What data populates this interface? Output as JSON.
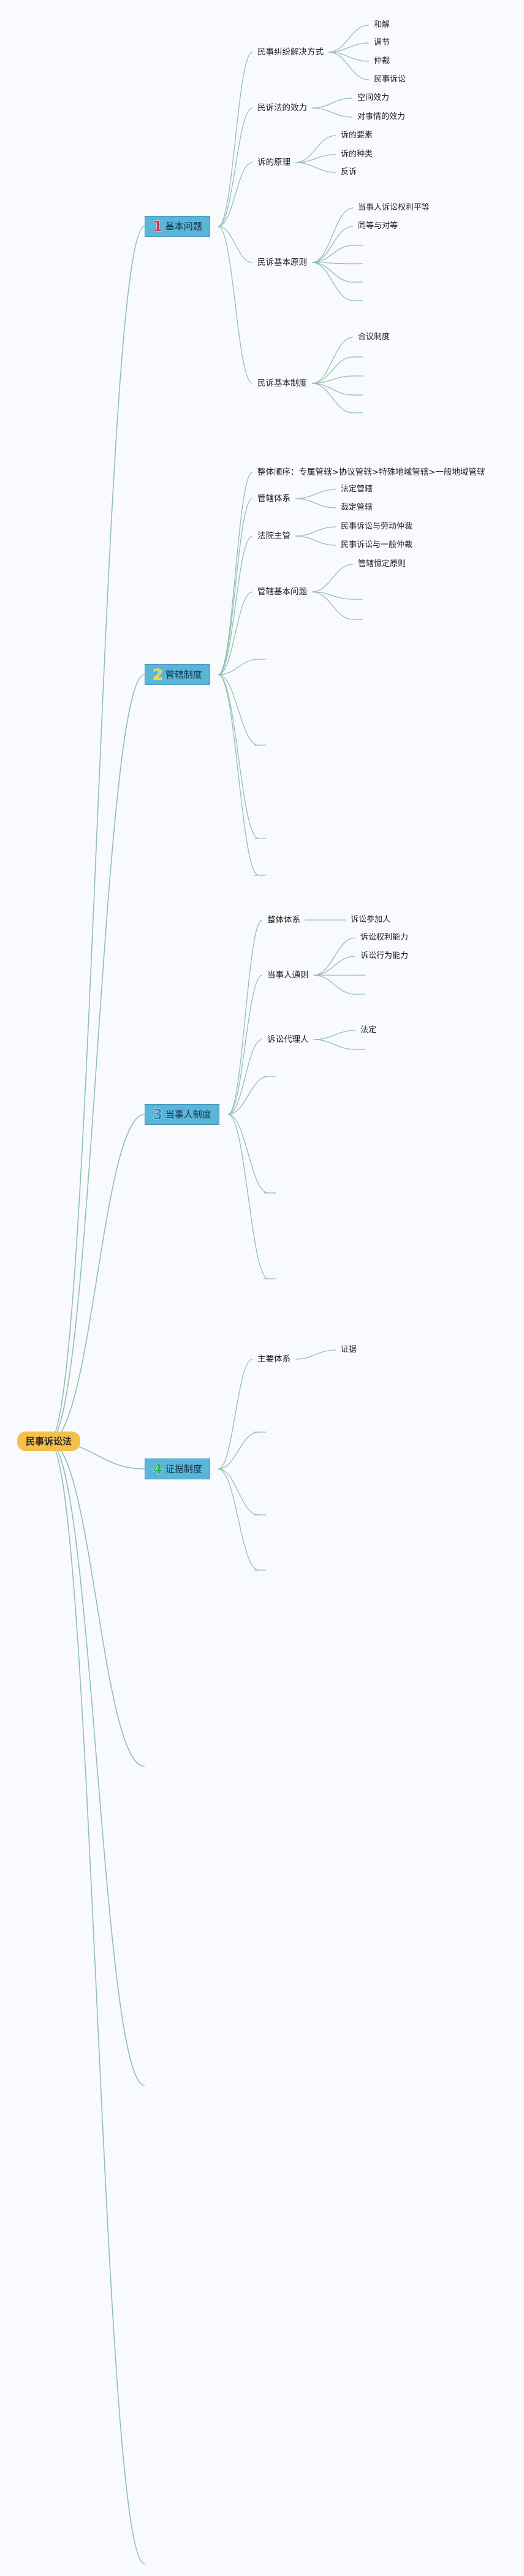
{
  "mindmap": {
    "root": {
      "label": "民事诉讼法"
    },
    "topics": [
      {
        "number": "1",
        "label": "基本问题",
        "color": "#e0315a",
        "children": [
          {
            "label": "民事纠纷解决方式",
            "children": [
              "和解",
              "调节",
              "仲裁",
              "民事诉讼"
            ]
          },
          {
            "label": "民诉法的效力",
            "children": [
              "空间效力",
              "对事情的效力"
            ]
          },
          {
            "label": "诉的原理",
            "children": [
              "诉的要素",
              "诉的种类",
              "反诉"
            ]
          },
          {
            "label": "民诉基本原则",
            "children": [
              "当事人诉讼权利平等",
              "同等与对等",
              "",
              "",
              "",
              ""
            ]
          },
          {
            "label": "民诉基本制度",
            "children": [
              "合议制度",
              "",
              "",
              "",
              ""
            ]
          }
        ]
      },
      {
        "number": "2",
        "label": "管辖制度",
        "color": "#f3cf2a",
        "children": [
          {
            "label": "整体顺序：专属管辖>协议管辖>特殊地域管辖>一般地域管辖",
            "children": []
          },
          {
            "label": "管辖体系",
            "children": [
              "法定管辖",
              "裁定管辖"
            ]
          },
          {
            "label": "法院主管",
            "children": [
              "民事诉讼与劳动仲裁",
              "民事诉讼与一般仲裁"
            ]
          },
          {
            "label": "管辖基本问题",
            "children": [
              "管辖恒定原则",
              "",
              ""
            ]
          },
          {
            "label": "",
            "children": []
          },
          {
            "label": "",
            "children": []
          },
          {
            "label": "",
            "children": []
          },
          {
            "label": "",
            "children": []
          }
        ]
      },
      {
        "number": "3",
        "label": "当事人制度",
        "color": "#2f7fc4",
        "children": [
          {
            "label": "整体体系",
            "children": [
              "诉讼参加人"
            ]
          },
          {
            "label": "当事人通则",
            "children": [
              "诉讼权利能力",
              "诉讼行为能力",
              "",
              ""
            ]
          },
          {
            "label": "诉讼代理人",
            "children": [
              "法定",
              ""
            ]
          },
          {
            "label": "",
            "children": []
          },
          {
            "label": "",
            "children": []
          },
          {
            "label": "",
            "children": []
          }
        ]
      },
      {
        "number": "4",
        "label": "证据制度",
        "color": "#2fb15a",
        "children": [
          {
            "label": "主要体系",
            "children": [
              "证据"
            ]
          },
          {
            "label": "",
            "children": []
          },
          {
            "label": "",
            "children": []
          },
          {
            "label": "",
            "children": []
          }
        ]
      },
      {
        "label": "",
        "children": []
      },
      {
        "label": "",
        "children": []
      },
      {
        "label": "",
        "children": []
      }
    ],
    "colors": {
      "edge": "#93c0ae",
      "root_fill": "#f4c04a",
      "topic_fill": "#5bb5d8",
      "background": "#f8fafd"
    }
  }
}
